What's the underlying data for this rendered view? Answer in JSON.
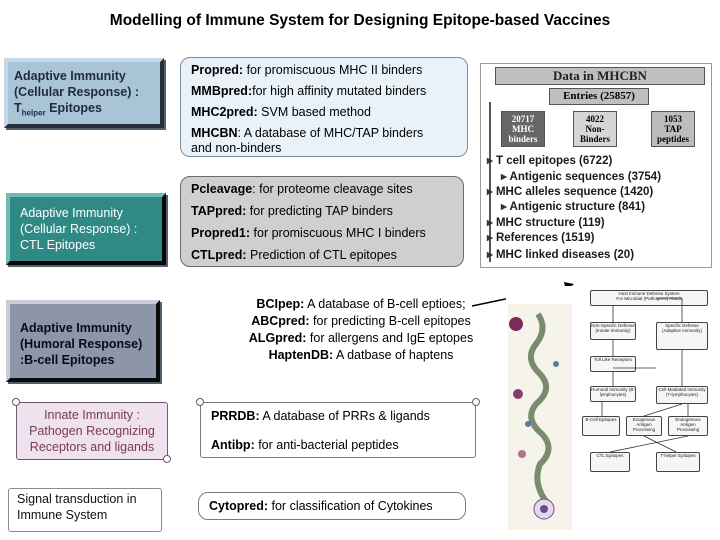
{
  "title": "Modelling of Immune System for Designing Epitope-based Vaccines",
  "left_panels": {
    "thelper": {
      "line1": "Adaptive Immunity",
      "line2": "(Cellular Response) :",
      "t_prefix": "T",
      "t_sub": "helper",
      "t_suffix": " Epitopes"
    },
    "ctl": {
      "line1": "Adaptive Immunity",
      "line2": "(Cellular Response) :",
      "line3": "CTL Epitopes"
    },
    "bcell": {
      "line1": "Adaptive Immunity",
      "line2": "(Humoral Response)",
      "line3": ":B-cell Epitopes"
    },
    "innate": {
      "line1": "Innate Immunity :",
      "line2": "Pathogen Recognizing",
      "line3": "Receptors and ligands"
    },
    "signal": {
      "line1": "Signal transduction in",
      "line2": "Immune System"
    }
  },
  "mhc2_box": {
    "items": [
      {
        "name": "Propred:",
        "desc": " for promiscuous MHC II binders"
      },
      {
        "name": "MMBpred:",
        "desc": "for high affinity mutated binders"
      },
      {
        "name": "MHC2pred:",
        "desc": " SVM based method"
      },
      {
        "name": "MHCBN",
        "desc": ": A database of MHC/TAP binders"
      }
    ],
    "continuation": "and non-binders"
  },
  "ctl_box": {
    "items": [
      {
        "name": "Pcleavage",
        "desc": ": for proteome cleavage sites"
      },
      {
        "name": "TAPpred:",
        "desc": " for predicting TAP binders"
      },
      {
        "name": "Propred1:",
        "desc": " for promiscuous MHC I binders"
      },
      {
        "name": "CTLpred:",
        "desc": " Prediction of CTL epitopes"
      }
    ]
  },
  "bcell_box": {
    "items": [
      {
        "name": "BCIpep:",
        "desc": " A database of B-cell eptioes;"
      },
      {
        "name": "ABCpred:",
        "desc": " for predicting B-cell epitopes"
      },
      {
        "name": "ALGpred:",
        "desc": " for allergens and IgE eptopes"
      },
      {
        "name": "HaptenDB:",
        "desc": " A datbase of haptens"
      }
    ]
  },
  "innate_box": {
    "items": [
      {
        "name": "PRRDB:",
        "desc": " A database of PRRs & ligands"
      },
      {
        "name": "Antibp:",
        "desc": " for anti-bacterial peptides"
      }
    ]
  },
  "cytokine_box": {
    "name": "Cytopred:",
    "desc": " for classification of Cytokines"
  },
  "mhcbn_figure": {
    "heading": "Data in MHCBN",
    "entries": "Entries (25857)",
    "cells": [
      {
        "count": "20717",
        "label1": "MHC",
        "label2": "binders"
      },
      {
        "count": "4022",
        "label1": "Non-",
        "label2": "Binders"
      },
      {
        "count": "1053",
        "label1": "TAP",
        "label2": "peptides"
      }
    ],
    "list": [
      "T cell epitopes (6722)",
      "Antigenic sequences (3754)",
      "MHC alleles sequence (1420)",
      "Antigenic structure (841)",
      "MHC structure (119)",
      "References (1519)",
      "MHC linked diseases (20)"
    ]
  },
  "immune_diagram": {
    "top": "Host Immune Defense System",
    "top2": "For Microbial (Pathogens) Attack",
    "nodes": [
      "Non-Specific Defense (Innate Immunity)",
      "Specific Defense (Adaptive Immunity)",
      "Toll Like Receptors",
      "Humoral Immunity (B-lymphocytes)",
      "Cell-Mediated Immunity (T-lymphocytes)",
      "B-Cell Epitopes",
      "Exogenous Antigen Processing",
      "Endogenous Antigen Processing",
      "CTL Epitopes",
      "T-helper Epitopes"
    ]
  }
}
